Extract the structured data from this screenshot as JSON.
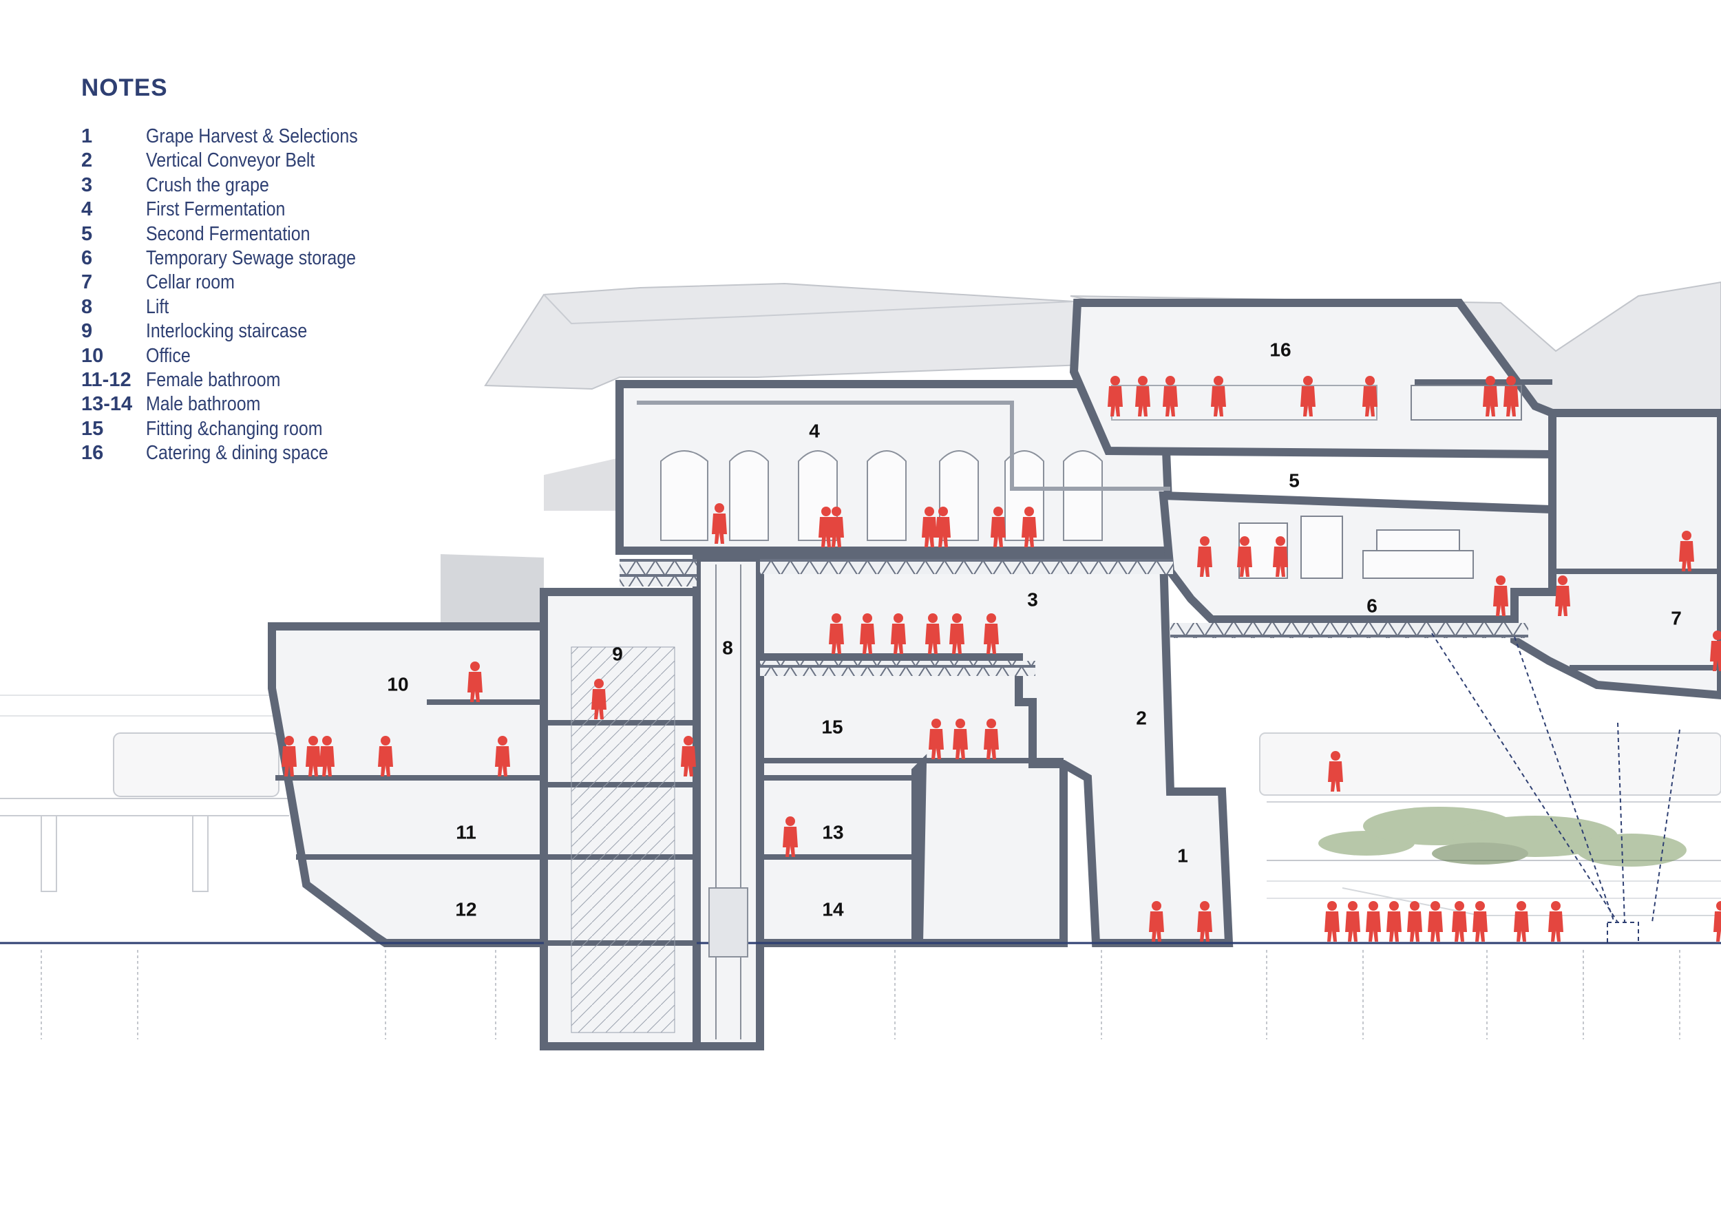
{
  "notes": {
    "title": "NOTES",
    "items": [
      {
        "num": "1",
        "label": "Grape Harvest & Selections"
      },
      {
        "num": "2",
        "label": "Vertical Conveyor Belt"
      },
      {
        "num": "3",
        "label": "Crush the grape"
      },
      {
        "num": "4",
        "label": "First Fermentation"
      },
      {
        "num": "5",
        "label": "Second Fermentation"
      },
      {
        "num": "6",
        "label": "Temporary Sewage storage"
      },
      {
        "num": "7",
        "label": "Cellar room"
      },
      {
        "num": "8",
        "label": "Lift"
      },
      {
        "num": "9",
        "label": "Interlocking staircase"
      },
      {
        "num": "10",
        "label": "Office"
      },
      {
        "num": "11-12",
        "label": "Female bathroom"
      },
      {
        "num": "13-14",
        "label": "Male bathroom"
      },
      {
        "num": "15",
        "label": "Fitting &changing room"
      },
      {
        "num": "16",
        "label": "Catering & dining space"
      }
    ]
  },
  "diagram_labels": [
    "1",
    "2",
    "3",
    "4",
    "5",
    "6",
    "7",
    "8",
    "9",
    "10",
    "11",
    "12",
    "13",
    "14",
    "15",
    "16"
  ],
  "colors": {
    "notes_text": "#2e3f72",
    "wall": "#5f6777",
    "interior": "#f3f4f6",
    "people": "#e4463f",
    "roof_shell": "#e6e7ea",
    "ground_line": "#2e3f72",
    "greenery": "#7d9a63"
  }
}
